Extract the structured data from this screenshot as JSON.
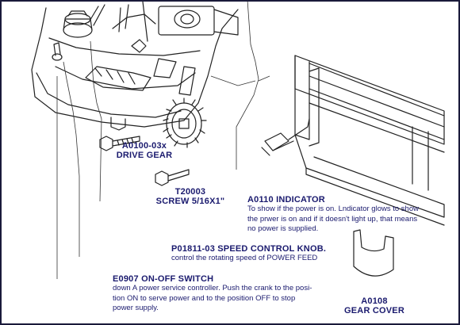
{
  "labels": {
    "drive_gear": {
      "code": "A0100-03x",
      "name": "DRIVE GEAR"
    },
    "screw": {
      "code": "T20003",
      "name": "SCREW 5/16X1\""
    },
    "indicator": {
      "title": "A0110 INDICATOR",
      "lines": [
        "To show if the power is on. Lndicator glows to show",
        "the prwer is on and if it doesn't light up, that means",
        "no power is supplied."
      ]
    },
    "speed_knob": {
      "title": "P01811-03 SPEED CONTROL KNOB.",
      "desc": "control the rotating speed of POWER FEED"
    },
    "switch": {
      "title": "E0907 ON-OFF SWITCH",
      "lines": [
        "down A power service controller. Push the crank to the posi-",
        "tion ON to serve power and to the position OFF to stop",
        "power supply."
      ]
    },
    "gear_cover": {
      "code": "A0108",
      "name": "GEAR COVER"
    }
  },
  "colors": {
    "ink": "#1a1a6e",
    "line": "#222222",
    "frame": "#1a1a3a"
  }
}
